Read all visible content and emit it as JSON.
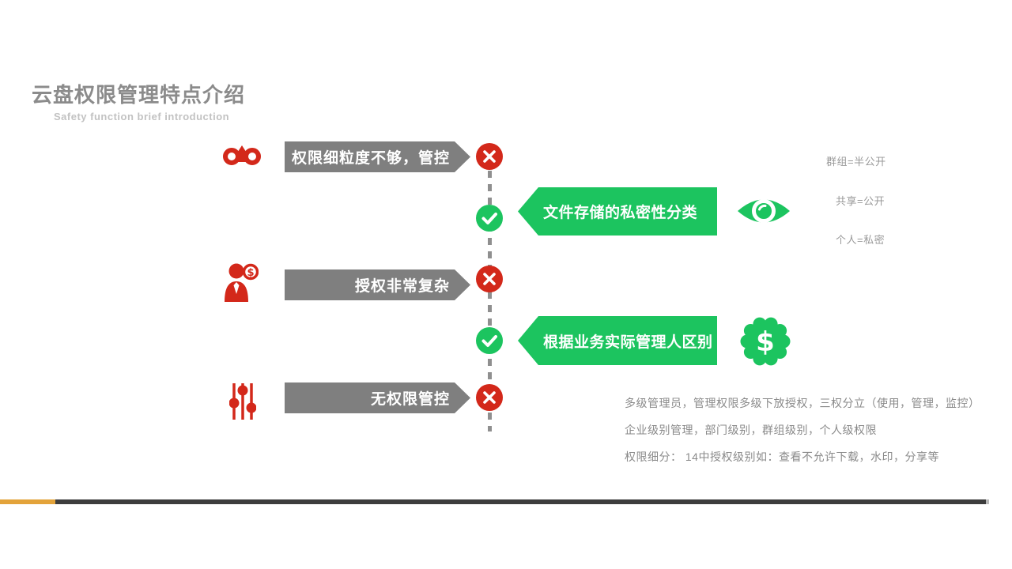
{
  "page": {
    "title": "云盘权限管理特点介绍",
    "subtitle": "Safety function brief introduction"
  },
  "colors": {
    "red": "#d3281a",
    "green": "#1cc45f",
    "banner_gray": "#7f7f7f",
    "accent_yellow": "#e3a33a",
    "bar_dark": "#3d3d3d"
  },
  "problems": [
    {
      "label": "权限细粒度不够，管控",
      "icon": "binoculars-icon"
    },
    {
      "label": "授权非常复杂",
      "icon": "person-dollar-icon"
    },
    {
      "label": "无权限管控",
      "icon": "sliders-icon"
    }
  ],
  "solutions": [
    {
      "label": "文件存储的私密性分类",
      "icon": "eye-icon"
    },
    {
      "label": "根据业务实际管理人区别",
      "icon": "dollar-badge-icon"
    }
  ],
  "privacy_notes": [
    "群组=半公开",
    "共享=公开",
    "个人=私密"
  ],
  "detail_notes": [
    "多级管理员，管理权限多级下放授权，三权分立（使用，管理，监控）",
    "企业级别管理，部门级别，群组级别，个人级权限",
    "权限细分： 14中授权级别如：查看不允许下载，水印，分享等"
  ]
}
